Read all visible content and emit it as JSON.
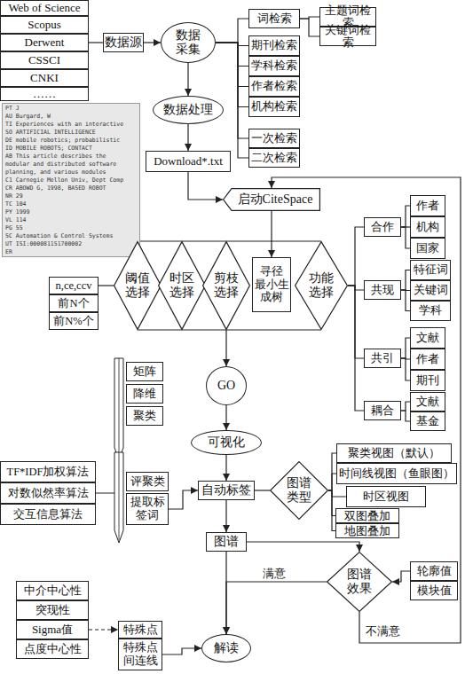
{
  "diagram": {
    "nodes": [
      {
        "text": [
          "Web of Science"
        ]
      },
      {
        "text": [
          "Scopus"
        ]
      },
      {
        "text": [
          "Derwent"
        ]
      },
      {
        "text": [
          "CSSCI"
        ]
      },
      {
        "text": [
          "CNKI"
        ]
      },
      {
        "text": [
          "……"
        ]
      },
      {
        "text": [
          "数据源"
        ]
      },
      {
        "text": [
          "数据采集"
        ]
      },
      {
        "text": [
          "词检索"
        ]
      },
      {
        "text": [
          "主题词检索"
        ]
      },
      {
        "text": [
          "关键词检索"
        ]
      },
      {
        "text": [
          "期刊检索"
        ]
      },
      {
        "text": [
          "学科检索"
        ]
      },
      {
        "text": [
          "作者检索"
        ]
      },
      {
        "text": [
          "机构检索"
        ]
      },
      {
        "text": [
          "一次检索"
        ]
      },
      {
        "text": [
          "二次检索"
        ]
      },
      {
        "text": [
          "数据处理"
        ]
      },
      {
        "text": [
          "Download*.txt"
        ]
      },
      {
        "text": [
          "启动CiteSpace"
        ]
      },
      {
        "text": [
          "合作"
        ]
      },
      {
        "text": [
          "作者"
        ]
      },
      {
        "text": [
          "机构"
        ]
      },
      {
        "text": [
          "国家"
        ]
      },
      {
        "text": [
          "共现"
        ]
      },
      {
        "text": [
          "特征词"
        ]
      },
      {
        "text": [
          "关键词"
        ]
      },
      {
        "text": [
          "学科"
        ]
      },
      {
        "text": [
          "共引"
        ]
      },
      {
        "text": [
          "文献"
        ]
      },
      {
        "text": [
          "作者"
        ]
      },
      {
        "text": [
          "期刊"
        ]
      },
      {
        "text": [
          "耦合"
        ]
      },
      {
        "text": [
          "文献"
        ]
      },
      {
        "text": [
          "基金"
        ]
      },
      {
        "text": [
          "n,ce,ccv"
        ]
      },
      {
        "text": [
          "前N个"
        ]
      },
      {
        "text": [
          "前N%个"
        ]
      },
      {
        "text": [
          "阈值选择"
        ]
      },
      {
        "text": [
          "时区选择"
        ]
      },
      {
        "text": [
          "剪枝选择"
        ]
      },
      {
        "text": [
          "寻径",
          "最小生成树"
        ]
      },
      {
        "text": [
          "功能选择"
        ]
      },
      {
        "text": [
          "矩阵"
        ]
      },
      {
        "text": [
          "降维"
        ]
      },
      {
        "text": [
          "聚类"
        ]
      },
      {
        "text": [
          "GO"
        ]
      },
      {
        "text": [
          "可视化"
        ]
      },
      {
        "text": [
          "TF*IDF加权算法"
        ]
      },
      {
        "text": [
          "对数似然率算法"
        ]
      },
      {
        "text": [
          "交互信息算法"
        ]
      },
      {
        "text": [
          "评聚类"
        ]
      },
      {
        "text": [
          "提取标签词"
        ]
      },
      {
        "text": [
          "自动标签"
        ]
      },
      {
        "text": [
          "图谱类型"
        ]
      },
      {
        "text": [
          "聚类视图（默认）"
        ]
      },
      {
        "text": [
          "时间线视图（鱼眼图）"
        ]
      },
      {
        "text": [
          "时区视图"
        ]
      },
      {
        "text": [
          "双图叠加"
        ]
      },
      {
        "text": [
          "地图叠加"
        ]
      },
      {
        "text": [
          "图谱"
        ]
      },
      {
        "text": [
          "图谱效果"
        ]
      },
      {
        "text": [
          "轮廓值"
        ]
      },
      {
        "text": [
          "模块值"
        ]
      },
      {
        "text": [
          "中介中心性"
        ]
      },
      {
        "text": [
          "突现性"
        ]
      },
      {
        "text": [
          "Sigma值"
        ]
      },
      {
        "text": [
          "点度中心性"
        ]
      },
      {
        "text": [
          "特殊点"
        ]
      },
      {
        "text": [
          "特殊点间连线"
        ]
      },
      {
        "text": [
          "解读"
        ]
      }
    ],
    "edges": [
      {
        "from": 2,
        "to": 6,
        "arrow": "none"
      },
      {
        "from": 6,
        "to": 7,
        "arrow": "to"
      },
      {
        "from": 7,
        "to": 8,
        "arrow": "none"
      },
      {
        "from": 7,
        "to": 11,
        "arrow": "none"
      },
      {
        "from": 7,
        "to": 12,
        "arrow": "none"
      },
      {
        "from": 7,
        "to": 13,
        "arrow": "none"
      },
      {
        "from": 7,
        "to": 14,
        "arrow": "none"
      },
      {
        "from": 7,
        "to": 15,
        "arrow": "none"
      },
      {
        "from": 7,
        "to": 16,
        "arrow": "none"
      },
      {
        "from": 8,
        "to": 9,
        "arrow": "none"
      },
      {
        "from": 8,
        "to": 10,
        "arrow": "none"
      },
      {
        "from": 7,
        "to": 17,
        "arrow": "to"
      },
      {
        "from": 17,
        "to": 18,
        "arrow": "to"
      },
      {
        "from": 18,
        "to": 19,
        "arrow": "to"
      },
      {
        "from": 19,
        "to": 41,
        "arrow": "to"
      },
      {
        "from": 42,
        "to": 20,
        "arrow": "none"
      },
      {
        "from": 42,
        "to": 24,
        "arrow": "none"
      },
      {
        "from": 42,
        "to": 28,
        "arrow": "none"
      },
      {
        "from": 42,
        "to": 32,
        "arrow": "none"
      },
      {
        "from": 20,
        "to": 21,
        "arrow": "none"
      },
      {
        "from": 20,
        "to": 22,
        "arrow": "none"
      },
      {
        "from": 20,
        "to": 23,
        "arrow": "none"
      },
      {
        "from": 24,
        "to": 25,
        "arrow": "none"
      },
      {
        "from": 24,
        "to": 26,
        "arrow": "none"
      },
      {
        "from": 24,
        "to": 27,
        "arrow": "none"
      },
      {
        "from": 28,
        "to": 29,
        "arrow": "none"
      },
      {
        "from": 28,
        "to": 30,
        "arrow": "none"
      },
      {
        "from": 28,
        "to": 31,
        "arrow": "none"
      },
      {
        "from": 32,
        "to": 33,
        "arrow": "none"
      },
      {
        "from": 32,
        "to": 34,
        "arrow": "none"
      },
      {
        "from": 38,
        "to": 35,
        "arrow": "none"
      },
      {
        "from": 40,
        "to": 46,
        "arrow": "to"
      },
      {
        "from": 46,
        "to": 47,
        "arrow": "to"
      },
      {
        "from": 47,
        "to": 53,
        "arrow": "to"
      },
      {
        "from": 52,
        "to": 53,
        "arrow": "to"
      },
      {
        "from": 53,
        "to": 60,
        "arrow": "to"
      },
      {
        "from": 54,
        "to": 53,
        "arrow": "none"
      },
      {
        "from": 54,
        "to": 55,
        "arrow": "none"
      },
      {
        "from": 54,
        "to": 56,
        "arrow": "none"
      },
      {
        "from": 54,
        "to": 57,
        "arrow": "none"
      },
      {
        "from": 54,
        "to": 58,
        "arrow": "none"
      },
      {
        "from": 54,
        "to": 59,
        "arrow": "none"
      },
      {
        "from": 60,
        "to": 61,
        "arrow": "to"
      },
      {
        "from": 62,
        "to": 61,
        "arrow": "to"
      },
      {
        "from": 61,
        "to": 70,
        "arrow": "to",
        "label": "满意"
      },
      {
        "from": 61,
        "to": 19,
        "arrow": "to",
        "label": "不满意"
      },
      {
        "from": 60,
        "to": 70,
        "arrow": "to"
      },
      {
        "from": 66,
        "to": 68,
        "arrow": "to"
      },
      {
        "from": 69,
        "to": 70,
        "arrow": "to"
      }
    ],
    "labels": [
      "PT J",
      "AU Burgard, W",
      "TI Experiences with an interactive",
      "SO ARTIFICIAL INTELLIGENCE",
      "DE mobile robotics; probabilistic",
      "ID MOBILE ROBOTS; CONTACT",
      "AB This article describes the",
      "modular and distributed software",
      "planning, and various modules",
      "C1 Carnegie Mellon Univ, Dept Comp",
      "CR ABOWD G, 1998, BASED ROBOT",
      "NR 29",
      "TC 104",
      "PY 1999",
      "VL 114",
      "PG 55",
      "SC Automation & Control Systems",
      "UT ISI:000081151700002",
      "ER"
    ]
  }
}
